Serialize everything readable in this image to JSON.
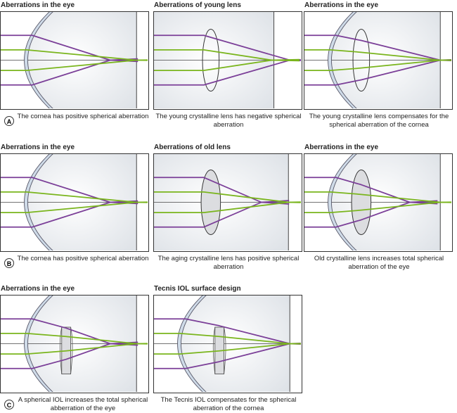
{
  "colors": {
    "purple": "#7b3f98",
    "green": "#7ab51d",
    "line": "#333333",
    "lens_fill": "#dcdde0"
  },
  "rows": [
    {
      "badge": "A",
      "panels": [
        {
          "title": "Aberrations in the eye",
          "caption": "The cornea has positive spherical aberration",
          "type": "cornea"
        },
        {
          "title": "Aberrations of young lens",
          "caption": "The young crystalline lens has negative spherical aberration",
          "type": "young-lens"
        },
        {
          "title": "Aberrations in the eye",
          "caption": "The young crystalline lens compensates for the spherical aberration of the cornea",
          "type": "cornea-young-lens"
        }
      ]
    },
    {
      "badge": "B",
      "panels": [
        {
          "title": "Aberrations in the eye",
          "caption": "The cornea has positive spherical aberration",
          "type": "cornea"
        },
        {
          "title": "Aberrations of old lens",
          "caption": "The aging crystalline lens has positive spherical aberration",
          "type": "old-lens"
        },
        {
          "title": "Aberrations in the eye",
          "caption": "Old crystalline lens increases total spherical aberration of the eye",
          "type": "cornea-old-lens"
        }
      ]
    },
    {
      "badge": "C",
      "panels": [
        {
          "title": "Aberrations in the eye",
          "caption": "A spherical IOL increases the total spherical abberration of the eye",
          "type": "cornea-spherical-iol"
        },
        {
          "title": "Tecnis IOL surface design",
          "caption": "The Tecnis IOL compensates for the spherical aberration of the cornea",
          "type": "cornea-tecnis-iol"
        }
      ]
    }
  ]
}
